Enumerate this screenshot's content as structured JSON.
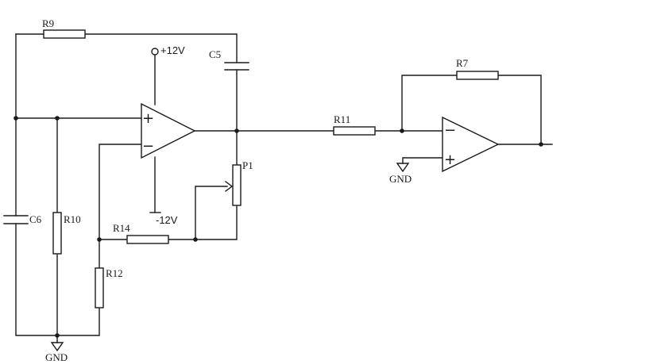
{
  "labels": {
    "r9": "R9",
    "c5": "C5",
    "vpos": "+12V",
    "vneg": "-12V",
    "r7": "R7",
    "r11": "R11",
    "p1": "P1",
    "c6": "C6",
    "r10": "R10",
    "r14": "R14",
    "r12": "R12",
    "gnd_left": "GND",
    "gnd_right": "GND"
  },
  "opamp_left": {
    "plus": "+",
    "minus": "−"
  },
  "opamp_right": {
    "plus": "+",
    "minus": "−"
  }
}
